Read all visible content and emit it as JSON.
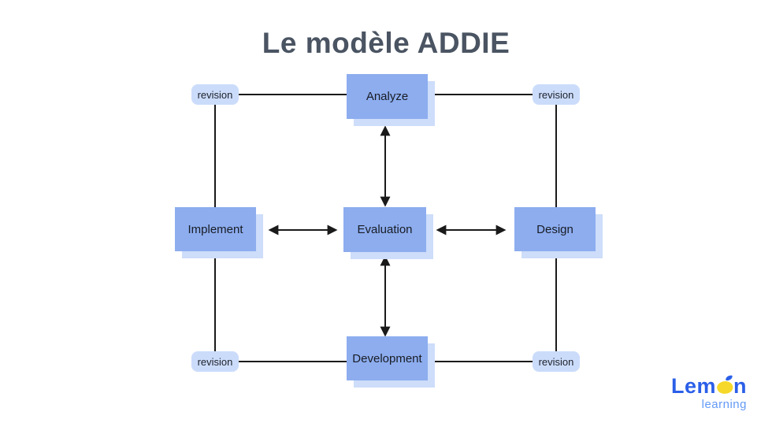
{
  "title": "Le modèle ADDIE",
  "colors": {
    "node_fill": "#8dadef",
    "node_shadow": "#cdddfa",
    "revision_pill": "#cbdcfb",
    "line": "#1a1a1a",
    "title_text": "#4a5462",
    "logo_blue": "#2b5fe8",
    "logo_light_blue": "#639af6",
    "lemon_yellow": "#f5d829"
  },
  "diagram": {
    "nodes": [
      {
        "id": "analyze",
        "label": "Analyze"
      },
      {
        "id": "implement",
        "label": "Implement"
      },
      {
        "id": "evaluation",
        "label": "Evaluation"
      },
      {
        "id": "design",
        "label": "Design"
      },
      {
        "id": "development",
        "label": "Development"
      }
    ],
    "revision_label": "revision",
    "connections": [
      {
        "from": "evaluation",
        "to": "analyze",
        "type": "bidirectional-arrow"
      },
      {
        "from": "evaluation",
        "to": "design",
        "type": "bidirectional-arrow"
      },
      {
        "from": "evaluation",
        "to": "development",
        "type": "bidirectional-arrow"
      },
      {
        "from": "evaluation",
        "to": "implement",
        "type": "bidirectional-arrow"
      },
      {
        "from": "revision-top-left",
        "to": "analyze",
        "type": "line"
      },
      {
        "from": "analyze",
        "to": "revision-top-right",
        "type": "line"
      },
      {
        "from": "revision-top-right",
        "to": "design",
        "type": "line"
      },
      {
        "from": "design",
        "to": "revision-bottom-right",
        "type": "line"
      },
      {
        "from": "revision-bottom-right",
        "to": "development",
        "type": "line"
      },
      {
        "from": "development",
        "to": "revision-bottom-left",
        "type": "line"
      },
      {
        "from": "revision-bottom-left",
        "to": "implement",
        "type": "line"
      },
      {
        "from": "implement",
        "to": "revision-top-left",
        "type": "line"
      }
    ]
  },
  "logo": {
    "word_start": "Lem",
    "word_end": "n",
    "subtitle": "learning"
  }
}
